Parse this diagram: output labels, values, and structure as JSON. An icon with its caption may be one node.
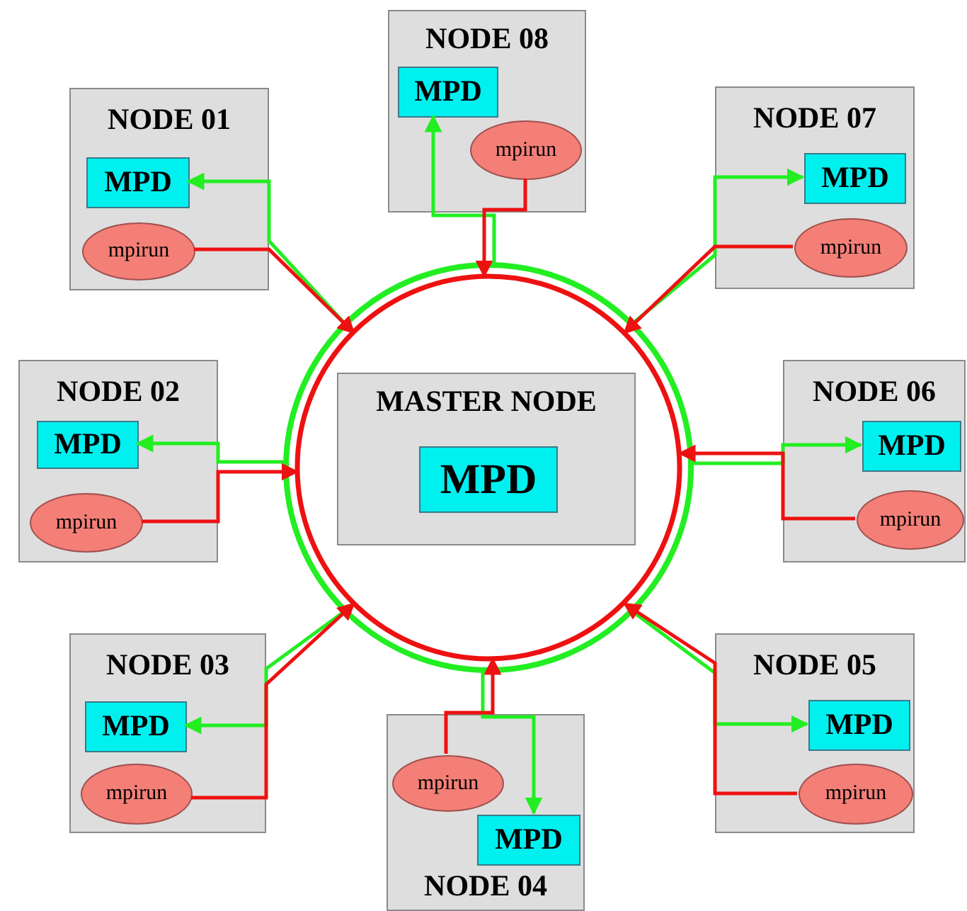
{
  "diagram": {
    "nodes": [
      {
        "text": [],
        "shape": "circle"
      },
      {
        "text": [
          "MASTER NODE"
        ],
        "in": 0
      },
      {
        "text": [
          "MPD"
        ],
        "in": 1
      },
      {
        "text": [
          "NODE 01"
        ]
      },
      {
        "text": [
          "MPD"
        ],
        "in": 3
      },
      {
        "text": [
          "mpirun"
        ],
        "in": 3
      },
      {
        "text": [
          "NODE 02"
        ]
      },
      {
        "text": [
          "MPD"
        ],
        "in": 6
      },
      {
        "text": [
          "mpirun"
        ],
        "in": 6
      },
      {
        "text": [
          "NODE 03"
        ]
      },
      {
        "text": [
          "MPD"
        ],
        "in": 9
      },
      {
        "text": [
          "mpirun"
        ],
        "in": 9
      },
      {
        "text": [
          "NODE 04"
        ]
      },
      {
        "text": [
          "MPD"
        ],
        "in": 12
      },
      {
        "text": [
          "mpirun"
        ],
        "in": 12
      },
      {
        "text": [
          "NODE 05"
        ]
      },
      {
        "text": [
          "MPD"
        ],
        "in": 15
      },
      {
        "text": [
          "mpirun"
        ],
        "in": 15
      },
      {
        "text": [
          "NODE 06"
        ]
      },
      {
        "text": [
          "MPD"
        ],
        "in": 18
      },
      {
        "text": [
          "mpirun"
        ],
        "in": 18
      },
      {
        "text": [
          "NODE 07"
        ]
      },
      {
        "text": [
          "MPD"
        ],
        "in": 21
      },
      {
        "text": [
          "mpirun"
        ],
        "in": 21
      },
      {
        "text": [
          "NODE 08"
        ]
      },
      {
        "text": [
          "MPD"
        ],
        "in": 24
      },
      {
        "text": [
          "mpirun"
        ],
        "in": 24
      }
    ],
    "edges": [
      {
        "from": 0,
        "to": 4,
        "arrow": "to",
        "color": "#22ee22"
      },
      {
        "from": 5,
        "to": 0,
        "arrow": "to",
        "color": "#ee1111"
      },
      {
        "from": 0,
        "to": 7,
        "arrow": "to",
        "color": "#22ee22"
      },
      {
        "from": 8,
        "to": 0,
        "arrow": "to",
        "color": "#ee1111"
      },
      {
        "from": 0,
        "to": 10,
        "arrow": "to",
        "color": "#22ee22"
      },
      {
        "from": 11,
        "to": 0,
        "arrow": "to",
        "color": "#ee1111"
      },
      {
        "from": 0,
        "to": 13,
        "arrow": "to",
        "color": "#22ee22"
      },
      {
        "from": 14,
        "to": 0,
        "arrow": "to",
        "color": "#ee1111"
      },
      {
        "from": 0,
        "to": 16,
        "arrow": "to",
        "color": "#22ee22"
      },
      {
        "from": 17,
        "to": 0,
        "arrow": "to",
        "color": "#ee1111"
      },
      {
        "from": 0,
        "to": 19,
        "arrow": "to",
        "color": "#22ee22"
      },
      {
        "from": 20,
        "to": 0,
        "arrow": "to",
        "color": "#ee1111"
      },
      {
        "from": 0,
        "to": 22,
        "arrow": "to",
        "color": "#22ee22"
      },
      {
        "from": 23,
        "to": 0,
        "arrow": "to",
        "color": "#ee1111"
      },
      {
        "from": 0,
        "to": 25,
        "arrow": "to",
        "color": "#22ee22"
      },
      {
        "from": 26,
        "to": 0,
        "arrow": "to",
        "color": "#ee1111"
      }
    ]
  }
}
